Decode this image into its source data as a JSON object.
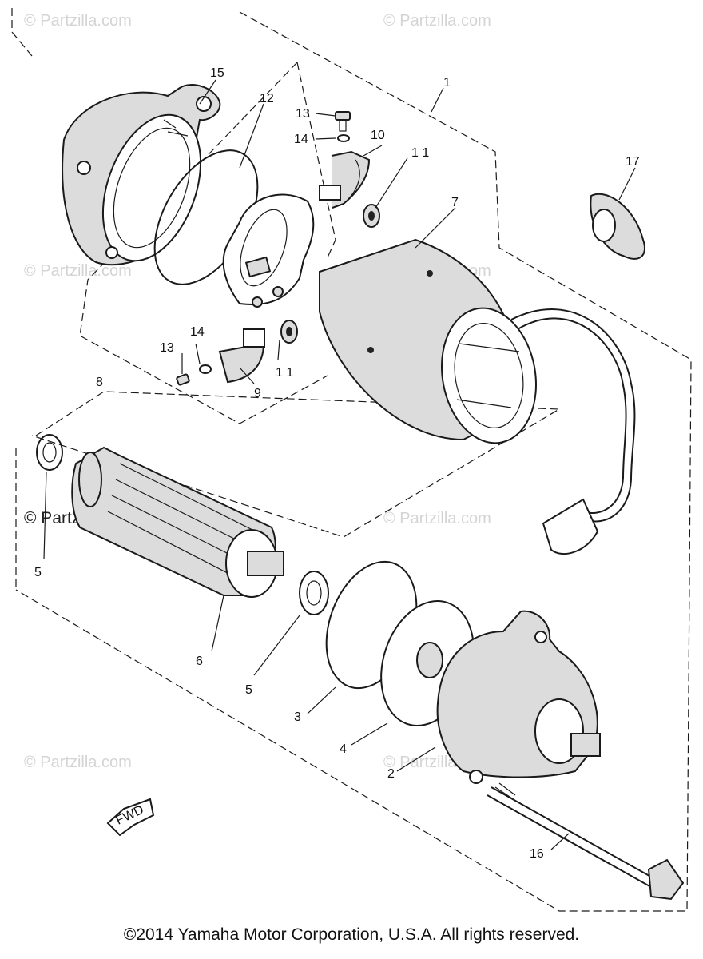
{
  "diagram": {
    "copyright": "©2014 Yamaha Motor Corporation, U.S.A. All rights reserved.",
    "watermark": "© Partzilla.com",
    "fwd_label": "FWD",
    "callouts": [
      {
        "id": "c1",
        "text": "1"
      },
      {
        "id": "c2",
        "text": "2"
      },
      {
        "id": "c3",
        "text": "3"
      },
      {
        "id": "c4",
        "text": "4"
      },
      {
        "id": "c5a",
        "text": "5"
      },
      {
        "id": "c5b",
        "text": "5"
      },
      {
        "id": "c6",
        "text": "6"
      },
      {
        "id": "c7",
        "text": "7"
      },
      {
        "id": "c8",
        "text": "8"
      },
      {
        "id": "c9",
        "text": "9"
      },
      {
        "id": "c10",
        "text": "10"
      },
      {
        "id": "c11a",
        "text": "1 1"
      },
      {
        "id": "c11b",
        "text": "1 1"
      },
      {
        "id": "c12",
        "text": "12"
      },
      {
        "id": "c13a",
        "text": "13"
      },
      {
        "id": "c13b",
        "text": "13"
      },
      {
        "id": "c14a",
        "text": "14"
      },
      {
        "id": "c14b",
        "text": "14"
      },
      {
        "id": "c15",
        "text": "15"
      },
      {
        "id": "c16",
        "text": "16"
      },
      {
        "id": "c17",
        "text": "17"
      }
    ]
  }
}
